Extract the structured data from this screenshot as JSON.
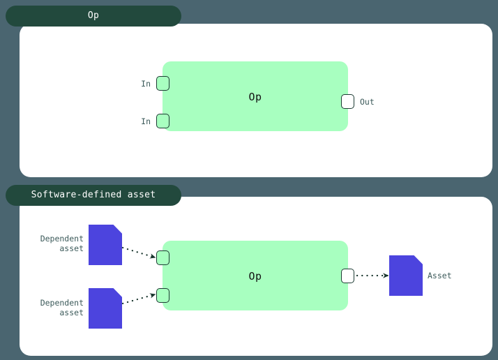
{
  "background_color": "#4a6570",
  "accent_colors": {
    "tab": "#22493d",
    "op_box": "#a8ffc0",
    "asset": "#4c44de",
    "card": "#ffffff",
    "port_border": "#1d3b33",
    "label_text": "#3c5a5a"
  },
  "panels": [
    {
      "tab_label": "Op",
      "op": {
        "label": "Op",
        "inputs": [
          {
            "label": "In",
            "name": "in-port-1"
          },
          {
            "label": "In",
            "name": "in-port-2"
          }
        ],
        "outputs": [
          {
            "label": "Out",
            "name": "out-port-1"
          }
        ]
      }
    },
    {
      "tab_label": "Software-defined asset",
      "op": {
        "label": "Op",
        "inputs": [
          {
            "label": "",
            "name": "in-port-1"
          },
          {
            "label": "",
            "name": "in-port-2"
          }
        ],
        "outputs": [
          {
            "label": "",
            "name": "out-port-1"
          }
        ]
      },
      "upstream_assets": [
        {
          "label": "Dependent\nasset",
          "icon": "asset-document-icon"
        },
        {
          "label": "Dependent\nasset",
          "icon": "asset-document-icon"
        }
      ],
      "downstream_assets": [
        {
          "label": "Asset",
          "icon": "asset-document-icon"
        }
      ]
    }
  ]
}
